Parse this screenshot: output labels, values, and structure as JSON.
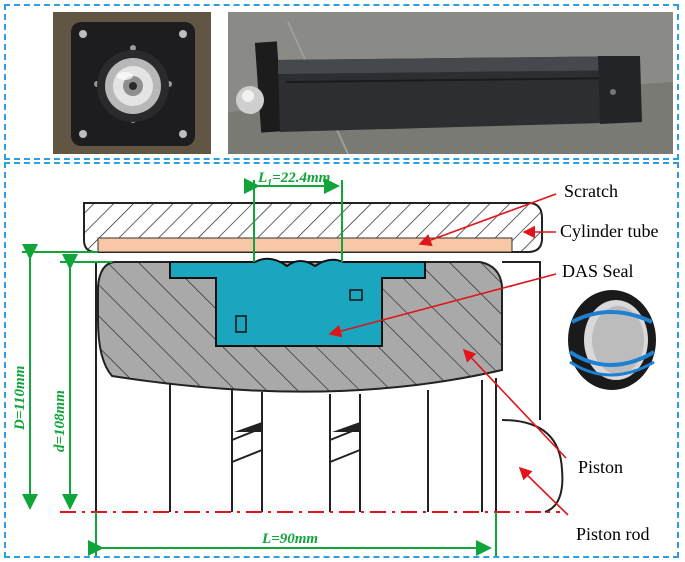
{
  "labels": {
    "scratch": "Scratch",
    "cylinder_tube": "Cylinder tube",
    "das_seal": "DAS Seal",
    "piston": "Piston",
    "piston_rod": "Piston rod"
  },
  "dimensions": {
    "l1_prefix": "L",
    "l1_sub": "1",
    "l1_value": "=22.4mm",
    "D": "D=110mm",
    "d": "d=108mm",
    "L": "L=90mm"
  },
  "colors": {
    "frame_dash": "#2b9fe0",
    "seal": "#1aa6bf",
    "scratch_band": "#f7c7a6",
    "dimension": "#0fa53a",
    "leader": "#e0141a",
    "centerline": "#e0141a"
  },
  "icons": {
    "seal_photo": "das-seal-photo-icon",
    "cylinder_end_photo": "cylinder-end-photo-icon",
    "cylinder_side_photo": "cylinder-side-photo-icon"
  }
}
